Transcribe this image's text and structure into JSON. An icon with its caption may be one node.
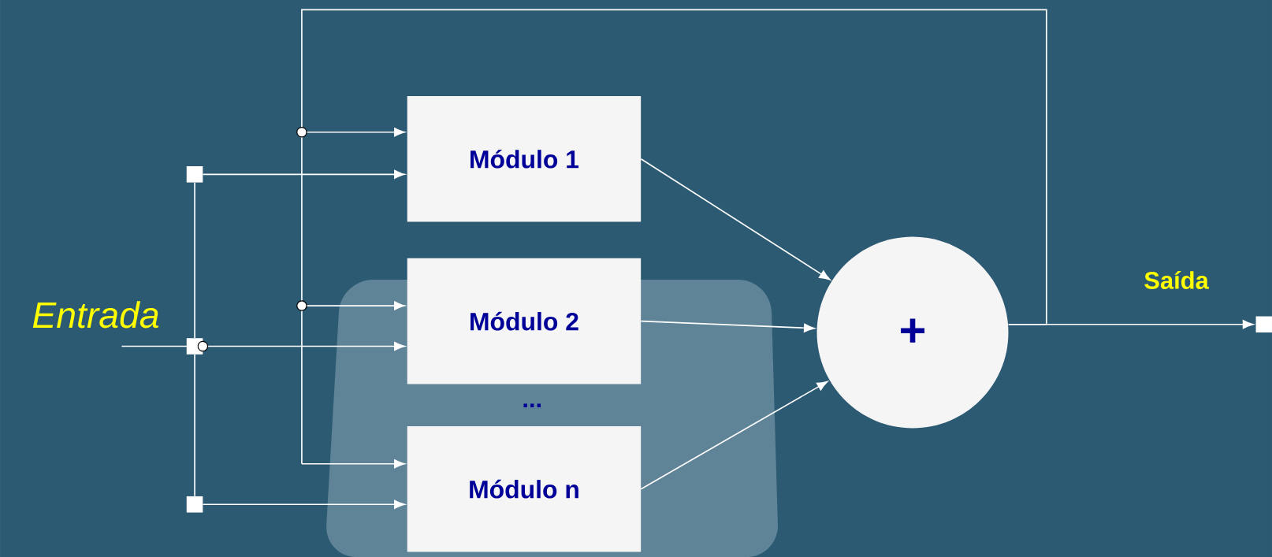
{
  "diagram": {
    "nodes": [
      {
        "text": [
          "Módulo 1"
        ]
      },
      {
        "text": [
          "Módulo 2"
        ]
      },
      {
        "text": [
          "Módulo n"
        ]
      },
      {
        "text": [
          "+"
        ]
      },
      {
        "text": [],
        "shape": "box"
      },
      {
        "text": [],
        "shape": "box"
      },
      {
        "text": [],
        "shape": "box"
      },
      {
        "text": [],
        "shape": "box",
        "beside": [
          "Saída"
        ]
      },
      {
        "text": [],
        "shape": "circle"
      }
    ],
    "edges": [
      {
        "from": null,
        "to": 8,
        "arrow": "none"
      },
      {
        "from": 4,
        "to": 0,
        "arrow": "to"
      },
      {
        "from": 8,
        "to": 1,
        "arrow": "to"
      },
      {
        "from": 6,
        "to": 2,
        "arrow": "to"
      },
      {
        "from": 4,
        "to": 5,
        "arrow": "none"
      },
      {
        "from": 5,
        "to": 6,
        "arrow": "none"
      },
      {
        "from": 0,
        "to": 3,
        "arrow": "to"
      },
      {
        "from": 1,
        "to": 3,
        "arrow": "to"
      },
      {
        "from": 2,
        "to": 3,
        "arrow": "to"
      },
      {
        "from": 3,
        "to": 7,
        "arrow": "to"
      },
      {
        "from": 3,
        "to": 0,
        "arrow": "to"
      },
      {
        "from": 3,
        "to": 1,
        "arrow": "to"
      },
      {
        "from": 3,
        "to": 2,
        "arrow": "to"
      }
    ],
    "labels": [
      "Entrada",
      "..."
    ]
  }
}
